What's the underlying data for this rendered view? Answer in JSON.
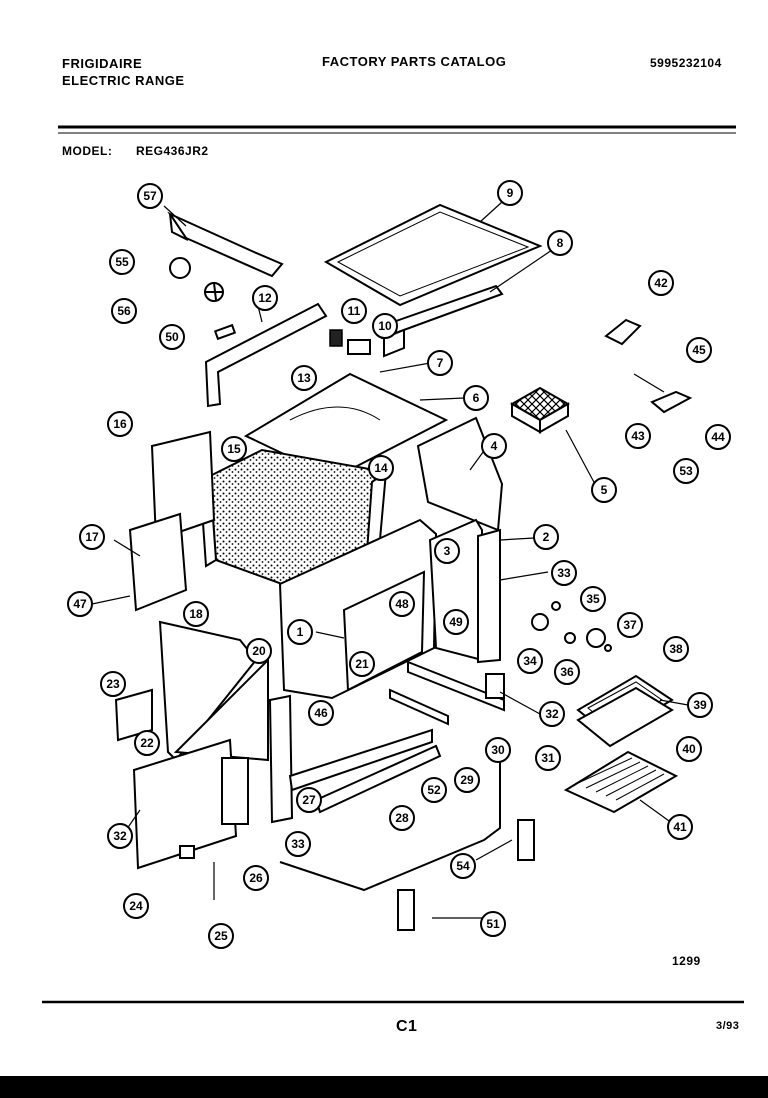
{
  "header": {
    "brand_line1": "FRIGIDAIRE",
    "brand_line2": "ELECTRIC RANGE",
    "catalog_title": "FACTORY PARTS CATALOG",
    "catalog_number": "5995232104",
    "model_label": "MODEL:",
    "model_value": "REG436JR2"
  },
  "footer": {
    "diagram_code": "1299",
    "page_label": "C1",
    "date": "3/93"
  },
  "callouts": [
    {
      "id": "1",
      "label": "1"
    },
    {
      "id": "2",
      "label": "2"
    },
    {
      "id": "3",
      "label": "3"
    },
    {
      "id": "4",
      "label": "4"
    },
    {
      "id": "5",
      "label": "5"
    },
    {
      "id": "6",
      "label": "6"
    },
    {
      "id": "7",
      "label": "7"
    },
    {
      "id": "8",
      "label": "8"
    },
    {
      "id": "9",
      "label": "9"
    },
    {
      "id": "10",
      "label": "10"
    },
    {
      "id": "11",
      "label": "11"
    },
    {
      "id": "12",
      "label": "12"
    },
    {
      "id": "13",
      "label": "13"
    },
    {
      "id": "14",
      "label": "14"
    },
    {
      "id": "15",
      "label": "15"
    },
    {
      "id": "16",
      "label": "16"
    },
    {
      "id": "17",
      "label": "17"
    },
    {
      "id": "18",
      "label": "18"
    },
    {
      "id": "20",
      "label": "20"
    },
    {
      "id": "21",
      "label": "21"
    },
    {
      "id": "22",
      "label": "22"
    },
    {
      "id": "23",
      "label": "23"
    },
    {
      "id": "24",
      "label": "24"
    },
    {
      "id": "25",
      "label": "25"
    },
    {
      "id": "26",
      "label": "26"
    },
    {
      "id": "27",
      "label": "27"
    },
    {
      "id": "28",
      "label": "28"
    },
    {
      "id": "29",
      "label": "29"
    },
    {
      "id": "30",
      "label": "30"
    },
    {
      "id": "31",
      "label": "31"
    },
    {
      "id": "32a",
      "label": "32"
    },
    {
      "id": "32b",
      "label": "32"
    },
    {
      "id": "33a",
      "label": "33"
    },
    {
      "id": "33b",
      "label": "33"
    },
    {
      "id": "34",
      "label": "34"
    },
    {
      "id": "35",
      "label": "35"
    },
    {
      "id": "36",
      "label": "36"
    },
    {
      "id": "37",
      "label": "37"
    },
    {
      "id": "38",
      "label": "38"
    },
    {
      "id": "39",
      "label": "39"
    },
    {
      "id": "40",
      "label": "40"
    },
    {
      "id": "41",
      "label": "41"
    },
    {
      "id": "42",
      "label": "42"
    },
    {
      "id": "43",
      "label": "43"
    },
    {
      "id": "44",
      "label": "44"
    },
    {
      "id": "45",
      "label": "45"
    },
    {
      "id": "46",
      "label": "46"
    },
    {
      "id": "47",
      "label": "47"
    },
    {
      "id": "48",
      "label": "48"
    },
    {
      "id": "49",
      "label": "49"
    },
    {
      "id": "50",
      "label": "50"
    },
    {
      "id": "51",
      "label": "51"
    },
    {
      "id": "52",
      "label": "52"
    },
    {
      "id": "53",
      "label": "53"
    },
    {
      "id": "54",
      "label": "54"
    },
    {
      "id": "55",
      "label": "55"
    },
    {
      "id": "56",
      "label": "56"
    },
    {
      "id": "57",
      "label": "57"
    }
  ]
}
